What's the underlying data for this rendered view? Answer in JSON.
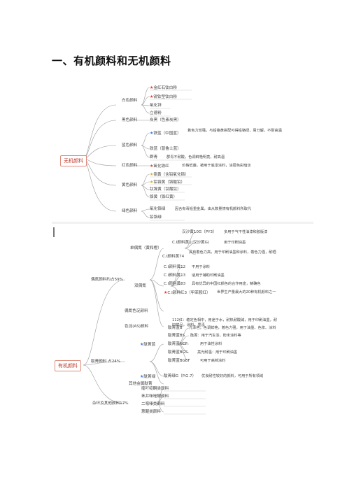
{
  "page": {
    "title": "一、有机颜料和无机颜料"
  },
  "inorganic": {
    "root": "无机颜料",
    "groups": [
      {
        "label": "白色颜料",
        "items": [
          "金红石钛白粉",
          "锐钛型钛白粉",
          "氧化锌",
          "立德粉"
        ]
      },
      {
        "label": "黑色颜料",
        "items": [
          "炭黑（色素炭黑）"
        ]
      },
      {
        "label": "蓝色颜料",
        "items": [
          "铁蓝（中国蓝）",
          "着色力较强，与铅铬黄拼配可得铅铬绿，易分解，不耐高温",
          "铁蓝（普鲁士蓝）",
          "群青",
          "群青不耐酸，色调鲜艳明亮，耐高温"
        ]
      },
      {
        "label": "红色颜料",
        "items": [
          "氧化铁红",
          "价格低廉，被用于底漆涂料，涂层色彩暗淡"
        ]
      },
      {
        "label": "黄色颜料",
        "items": [
          "铬黄（含铅氧化铬）",
          "铅铬黄（铬酸铅）",
          "钛镍黄（钛酸钛）",
          "铬黄（铬红黄）"
        ]
      },
      {
        "label": "绿色颜料",
        "items": [
          "氧化铬绿",
          "因含有毒铅重金属，由从数量惰有机颜料所取代",
          "铅铬绿"
        ]
      }
    ]
  },
  "organic": {
    "root": "有机颜料",
    "groups": [
      {
        "label": "偶氮颜料约占59%",
        "subgroups": [
          {
            "label": "单偶氮（黄和橙）",
            "items": [
              "汉沙黄10G（PY3）",
              "多用于气干性油漆和胶版漆",
              "C.I颜料黄1(汉沙黄G)",
              "用于印刷油墨",
              "C.I颜料黄74",
              "具有着色力高，用于印刷油墨和涂料，着色力强，耐晒"
            ]
          },
          {
            "label": "双偶氮",
            "items": [
              "C.I颜料黄12",
              "不用于涂料",
              "C.I颜料黄13",
              "适用于辅助印刷油墨",
              "C.I颜料黄83",
              "具有优异的中国红颜色的合作用途，精确色",
              "C.I颜料红3（甲苯胺红）",
              "世界生产量最大的20种有机颜料之一"
            ]
          },
          {
            "label": "偶氮色淀颜料",
            "items": []
          },
          {
            "label": "色淀(AS)颜料",
            "items": [
              "112红：稳定色相中，用途于水，耐热耐酸碱，用于印刷油墨，耐旧浆品，涂料，墨渍"
            ]
          }
        ]
      },
      {
        "label": "酞菁颜料 占24%",
        "subgroups": [
          {
            "label": "酞菁蓝",
            "items": [
              "酞菁蓝B",
              "光泽色，色调鲜艳，着色力强，用于油墨、色浆、涂料",
              "酞菁蓝BS",
              "酞菁：用于汽车漆，粉末涂料等",
              "酞菁蓝NCF",
              "用于油性涂料",
              "酞菁蓝BGS",
              "亮光耐温：用于印刷油墨",
              "酞菁蓝BGEF",
              "可用于高档涂料"
            ]
          },
          {
            "label": "酞菁绿",
            "items": [
              "酞菁绿G（P.G.7）",
              "优良耐性较好的颜料，可用于所有领域"
            ]
          },
          {
            "label": "其他金属酞菁",
            "items": []
          }
        ]
      },
      {
        "label": "杂环及其他颜料17%",
        "subgroups": [
          {
            "label": "喹吖啶酮类颜料",
            "items": []
          },
          {
            "label": "苯并咪唑酮颜料",
            "items": []
          },
          {
            "label": "二噁嗪类颜料",
            "items": []
          },
          {
            "label": "蒽醌类颜料",
            "items": []
          }
        ]
      }
    ]
  }
}
